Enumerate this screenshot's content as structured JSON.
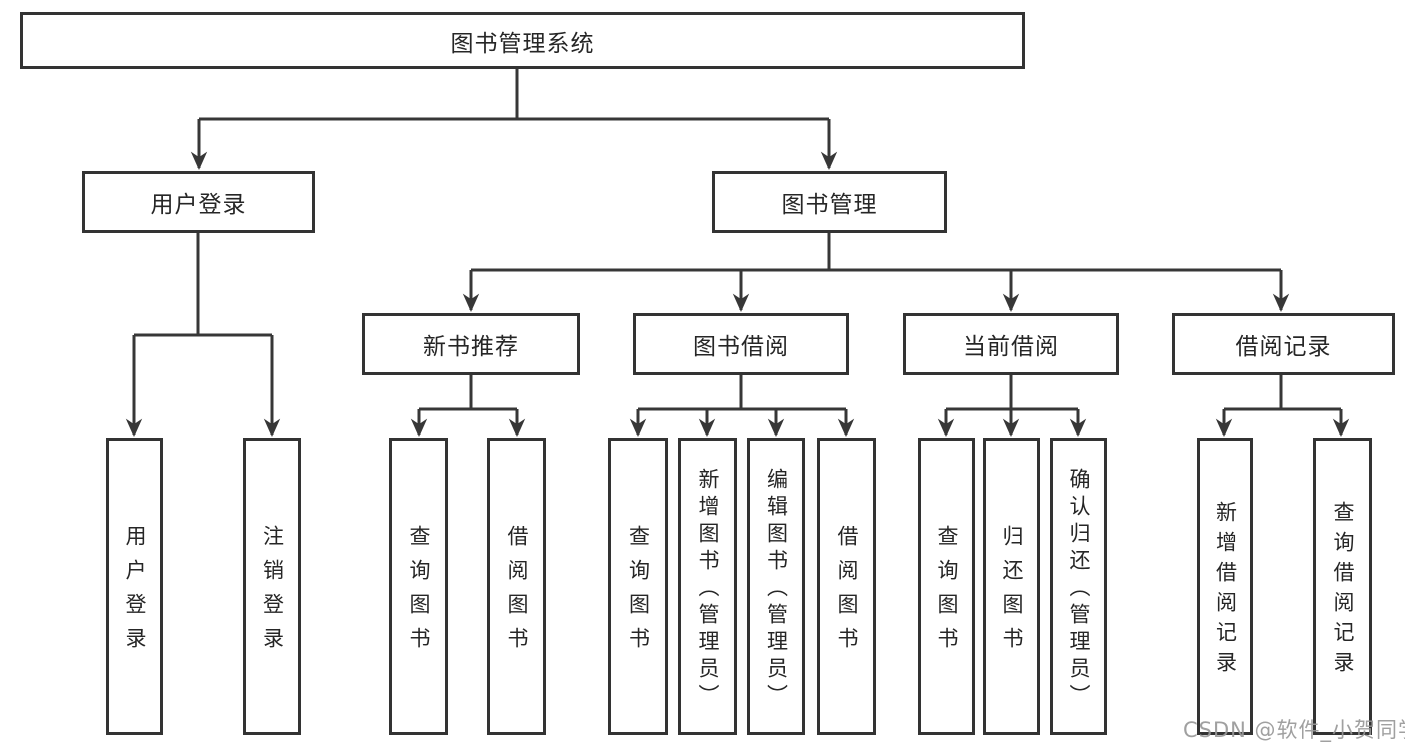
{
  "tree": {
    "root": {
      "label": "图书管理系统"
    },
    "branches": [
      {
        "label": "用户登录",
        "children": [
          {
            "label": "用户登录"
          },
          {
            "label": "注销登录"
          }
        ]
      },
      {
        "label": "图书管理",
        "groups": [
          {
            "label": "新书推荐",
            "children": [
              {
                "label": "查询图书"
              },
              {
                "label": "借阅图书"
              }
            ]
          },
          {
            "label": "图书借阅",
            "children": [
              {
                "label": "查询图书"
              },
              {
                "label": "新增图书（管理员）"
              },
              {
                "label": "编辑图书（管理员）"
              },
              {
                "label": "借阅图书"
              }
            ]
          },
          {
            "label": "当前借阅",
            "children": [
              {
                "label": "查询图书"
              },
              {
                "label": "归还图书"
              },
              {
                "label": "确认归还（管理员）"
              }
            ]
          },
          {
            "label": "借阅记录",
            "children": [
              {
                "label": "新增借阅记录"
              },
              {
                "label": "查询借阅记录"
              }
            ]
          }
        ]
      }
    ]
  },
  "watermark": {
    "text": "CSDN @软件_小贺同学"
  },
  "colors": {
    "line": "#373737",
    "box_border": "#333333",
    "text": "#262626",
    "background": "#ffffff",
    "watermark": "#989898"
  }
}
